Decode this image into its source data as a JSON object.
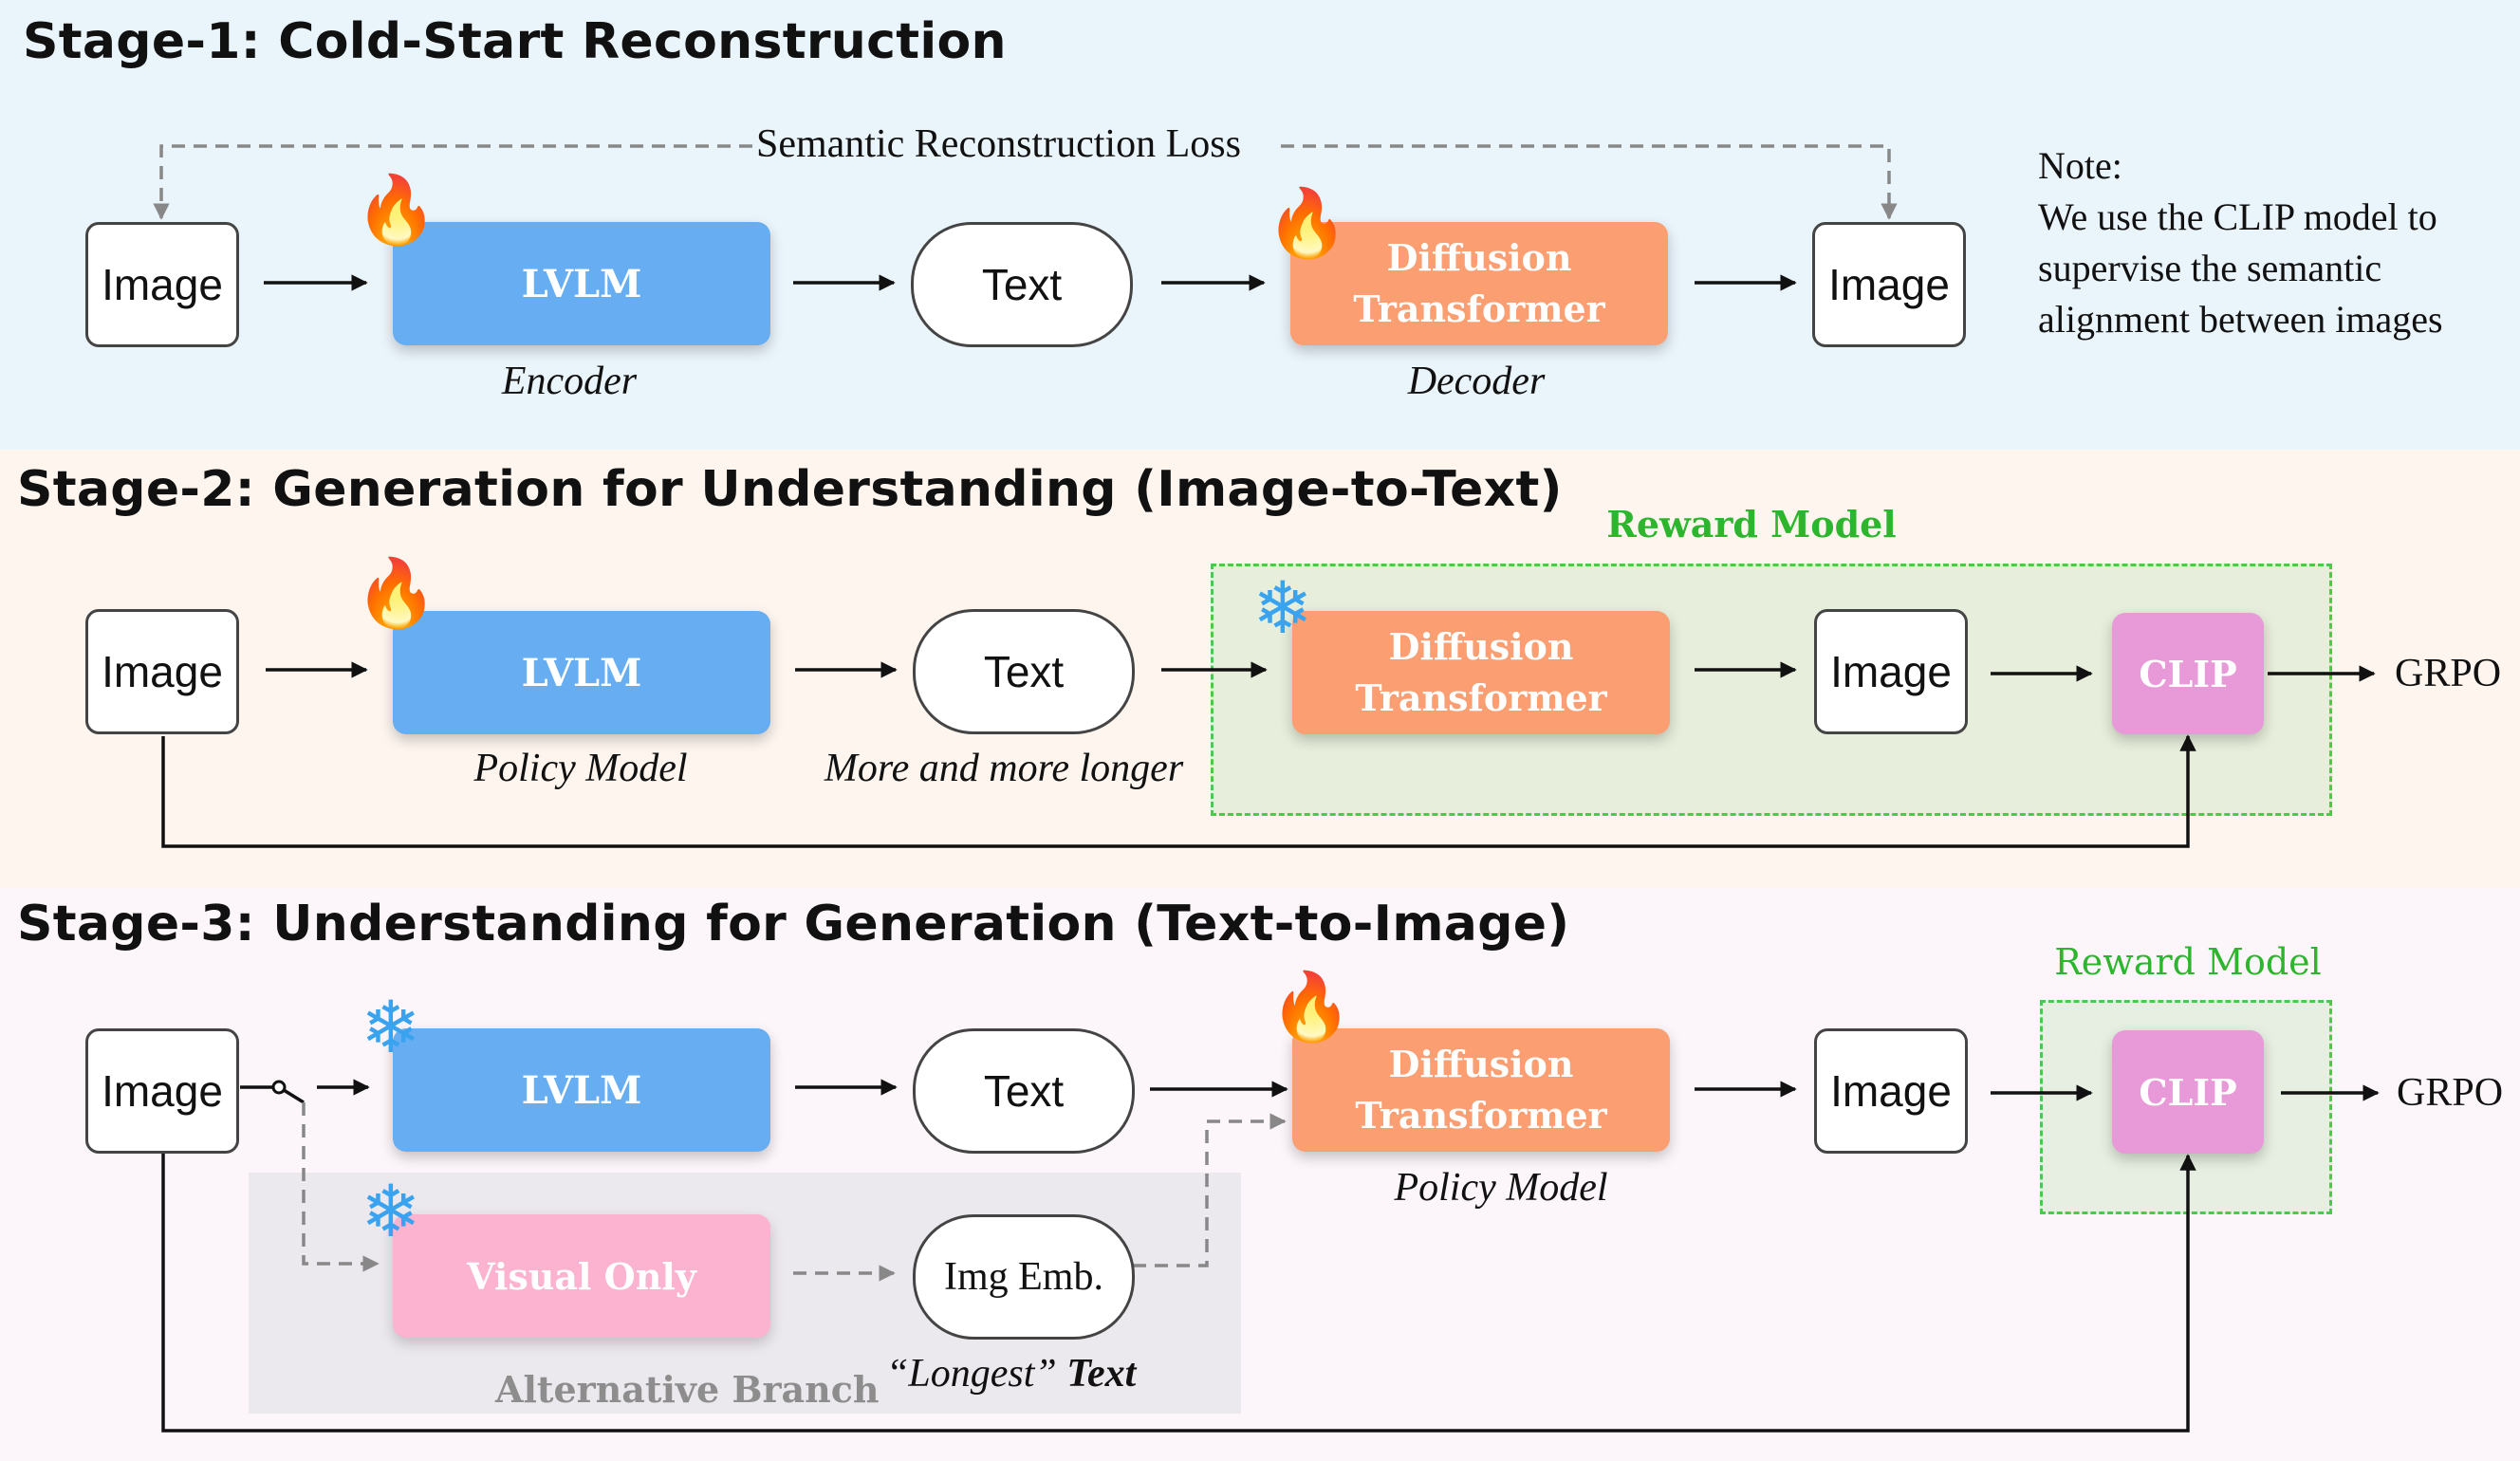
{
  "stage1": {
    "title": "Stage-1: Cold-Start Reconstruction",
    "loss_label": "Semantic Reconstruction Loss",
    "input_image": "Image",
    "lvlm": "LVLM",
    "encoder_caption": "Encoder",
    "text": "Text",
    "diffusion_line1": "Diffusion",
    "diffusion_line2": "Transformer",
    "decoder_caption": "Decoder",
    "output_image": "Image",
    "note_title": "Note:",
    "note_line1": "We use the CLIP model to",
    "note_line2": "supervise the semantic",
    "note_line3": "alignment between images"
  },
  "stage2": {
    "title": "Stage-2: Generation for Understanding  (Image-to-Text)",
    "reward_model_label": "Reward Model",
    "input_image": "Image",
    "lvlm": "LVLM",
    "policy_caption": "Policy Model",
    "text": "Text",
    "text_caption": "More and more longer",
    "diffusion_line1": "Diffusion",
    "diffusion_line2": "Transformer",
    "output_image": "Image",
    "clip": "CLIP",
    "grpo": "GRPO"
  },
  "stage3": {
    "title": "Stage-3: Understanding for Generation  (Text-to-Image)",
    "reward_model_label": "Reward Model",
    "input_image": "Image",
    "lvlm": "LVLM",
    "text": "Text",
    "diffusion_line1": "Diffusion",
    "diffusion_line2": "Transformer",
    "policy_caption": "Policy Model",
    "output_image": "Image",
    "clip": "CLIP",
    "grpo": "GRPO",
    "visual_only": "Visual Only",
    "img_emb": "Img Emb.",
    "alt_branch_label": "Alternative Branch",
    "longest_caption": "“Longest”",
    "longest_text": "Text"
  },
  "icons": {
    "trainable": "fire-icon",
    "frozen": "snowflake-icon"
  },
  "colors": {
    "stage1_bg": "#eaf4fb",
    "stage2_bg": "#fdf5ee",
    "stage3_bg": "#fcf6fa",
    "lvlm": "#66adf2",
    "diffusion": "#fb9e71",
    "clip": "#e89ad8",
    "visual_only": "#fbb3cf",
    "reward_model": "#2db52d"
  }
}
